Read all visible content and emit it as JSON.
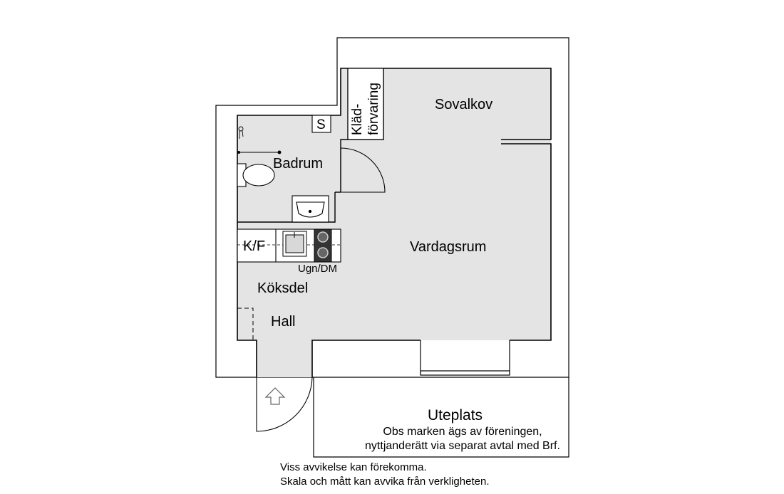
{
  "rooms": {
    "sovalkov": "Sovalkov",
    "badrum": "Badrum",
    "vardagsrum": "Vardagsrum",
    "koksdel": "Köksdel",
    "hall": "Hall",
    "uteplats": "Uteplats"
  },
  "fixtures": {
    "wardrobe_line1": "Kläd-",
    "wardrobe_line2": "förvaring",
    "storage": "S",
    "fridge_freezer": "K/F",
    "oven_dishwasher": "Ugn/DM"
  },
  "uteplats_note": {
    "line1": "Obs marken ägs av föreningen,",
    "line2": "nyttjanderätt via separat avtal med Brf."
  },
  "disclaimer": {
    "line1": "Viss avvikelse kan förekomma.",
    "line2": "Skala och mått kan avvika från verkligheten."
  },
  "colors": {
    "floor": "#e4e4e4",
    "wall": "#000000",
    "background": "#ffffff"
  }
}
